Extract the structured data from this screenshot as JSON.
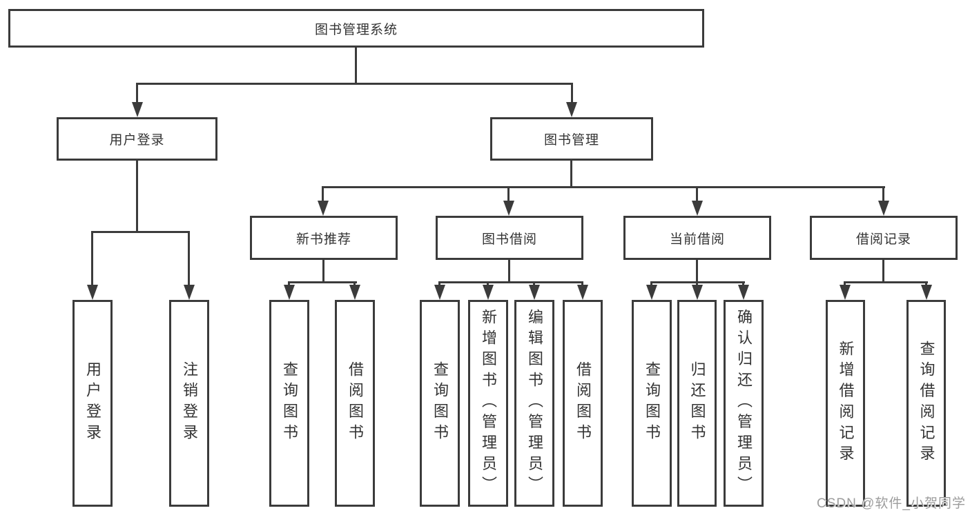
{
  "tree": {
    "label": "图书管理系统",
    "children": [
      {
        "label": "用户登录",
        "children": [
          {
            "label": "用户登录"
          },
          {
            "label": "注销登录"
          }
        ]
      },
      {
        "label": "图书管理",
        "children": [
          {
            "label": "新书推荐",
            "children": [
              {
                "label": "查询图书"
              },
              {
                "label": "借阅图书"
              }
            ]
          },
          {
            "label": "图书借阅",
            "children": [
              {
                "label": "查询图书"
              },
              {
                "label": "新增图书（管理员）"
              },
              {
                "label": "编辑图书（管理员）"
              },
              {
                "label": "借阅图书"
              }
            ]
          },
          {
            "label": "当前借阅",
            "children": [
              {
                "label": "查询图书"
              },
              {
                "label": "归还图书"
              },
              {
                "label": "确认归还（管理员）"
              }
            ]
          },
          {
            "label": "借阅记录",
            "children": [
              {
                "label": "新增借阅记录"
              },
              {
                "label": "查询借阅记录"
              }
            ]
          }
        ]
      }
    ]
  },
  "watermark": "CSDN @软件_小贺同学",
  "colors": {
    "line": "#3b3b3b",
    "text": "#333333",
    "background": "#ffffff",
    "watermark": "#9c9c9c"
  }
}
